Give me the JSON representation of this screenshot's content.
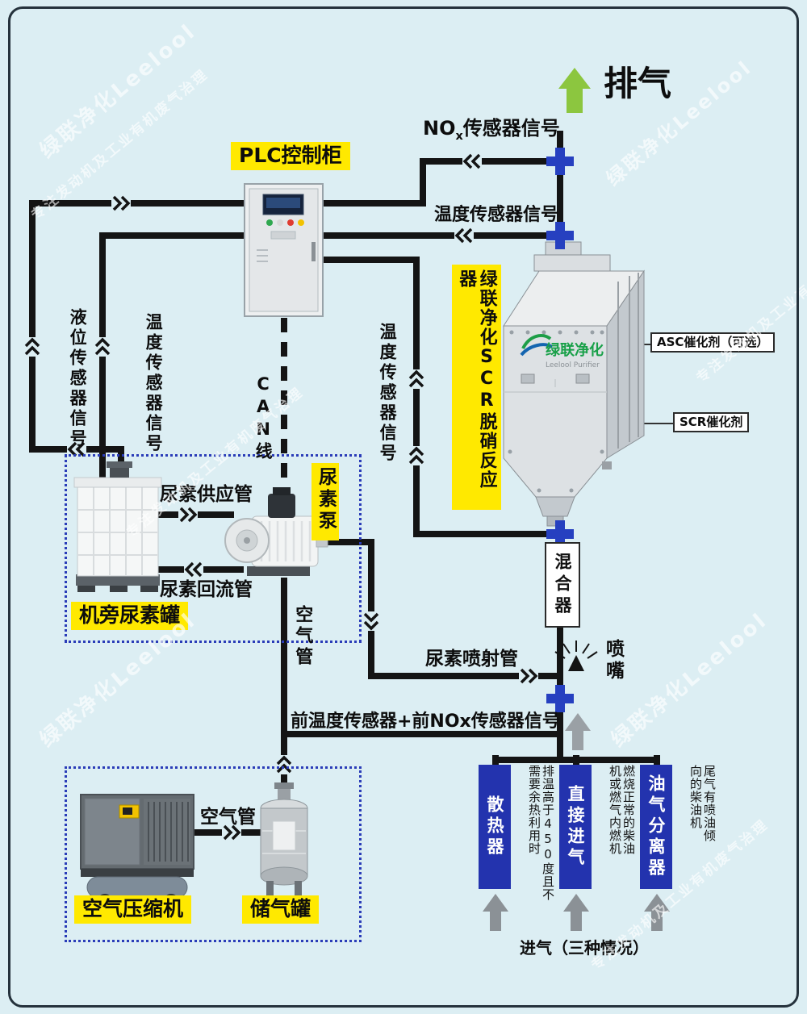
{
  "watermark": {
    "brand": "绿联净化Leelool",
    "slogan": "专注发动机及工业有机废气治理"
  },
  "exhaust_label": "排气",
  "plc_label": "PLC控制柜",
  "signals": {
    "nox": {
      "prefix": "NO",
      "sub": "x",
      "suffix": "传感器信号"
    },
    "temp_top": "温度传感器信号",
    "level": "液位传感器信号",
    "temp_left": "温度传感器信号",
    "can": "CAN线",
    "temp_mid": "温度传感器信号",
    "front": "前温度传感器+前NOx传感器信号"
  },
  "reactor": {
    "label": "绿联净化SCR脱硝反应器",
    "asc_label": "ASC催化剂（可选）",
    "scr_label": "SCR催化剂",
    "logo_cn": "绿联净化",
    "logo_en": "Leelool Purifier"
  },
  "urea": {
    "supply_label": "尿素供应管",
    "return_label": "尿素回流管",
    "pump_label": "尿素泵",
    "tank_label": "机旁尿素罐",
    "inject_label": "尿素喷射管"
  },
  "air": {
    "pipe_vertical_label": "空气管",
    "pipe_bottom_label": "空气管",
    "compressor_label": "空气压缩机",
    "tank_label": "储气罐"
  },
  "mixer_label": "混合器",
  "nozzle_label": "喷嘴",
  "intake": {
    "caption": "进气（三种情况）",
    "options": [
      {
        "label": "散热器",
        "note": "排温高于450度且不需要余热利用时"
      },
      {
        "label": "直接进气",
        "note": "燃烧正常的柴油机或燃气内燃机"
      },
      {
        "label": "油气分离器",
        "note": "尾气有喷油倾向的柴油机"
      }
    ]
  },
  "colors": {
    "background": "#dceef3",
    "line": "#141414",
    "highlight": "#ffe900",
    "connector_blue": "#2640c0",
    "intake_box_blue": "#2333ae",
    "exhaust_green": "#8cc63f",
    "arrow_gray": "#8b9196"
  }
}
